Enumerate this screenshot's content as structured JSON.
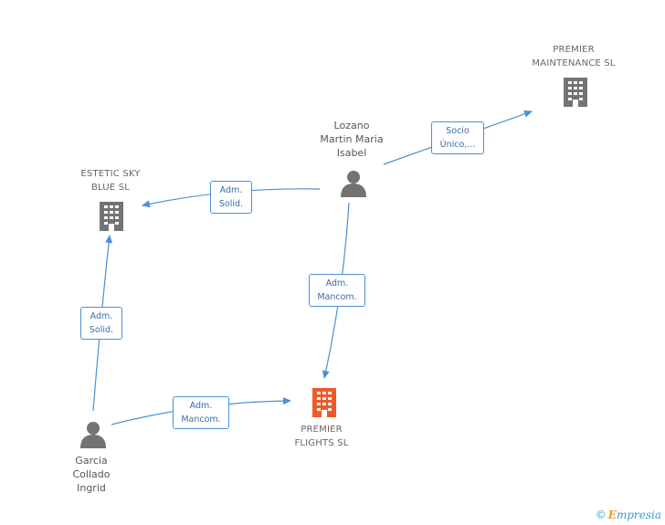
{
  "colors": {
    "edge": "#4a90d9",
    "company_grey": "#737373",
    "company_highlight": "#f05a28",
    "person": "#737373"
  },
  "nodes": {
    "premier_maintenance": {
      "label": "PREMIER\nMAINTENANCE SL",
      "icon": "building-icon"
    },
    "estetic_sky": {
      "label": "ESTETIC SKY\nBLUE SL",
      "icon": "building-icon"
    },
    "premier_flights": {
      "label": "PREMIER\nFLIGHTS SL",
      "icon": "building-icon"
    },
    "lozano": {
      "label": "Lozano\nMartin Maria\nIsabel",
      "icon": "person-icon"
    },
    "garcia": {
      "label": "Garcia\nCollado\nIngrid",
      "icon": "person-icon"
    }
  },
  "edges": {
    "lozano_maintenance": {
      "line1": "Socio",
      "line2": "Único,..."
    },
    "lozano_estetic": {
      "line1": "Adm.",
      "line2": "Solid."
    },
    "lozano_flights": {
      "line1": "Adm.",
      "line2": "Mancom."
    },
    "garcia_estetic": {
      "line1": "Adm.",
      "line2": "Solid."
    },
    "garcia_flights": {
      "line1": "Adm.",
      "line2": "Mancom."
    }
  },
  "brand": {
    "copyright": "©",
    "initial": "E",
    "rest": "mpresia"
  }
}
